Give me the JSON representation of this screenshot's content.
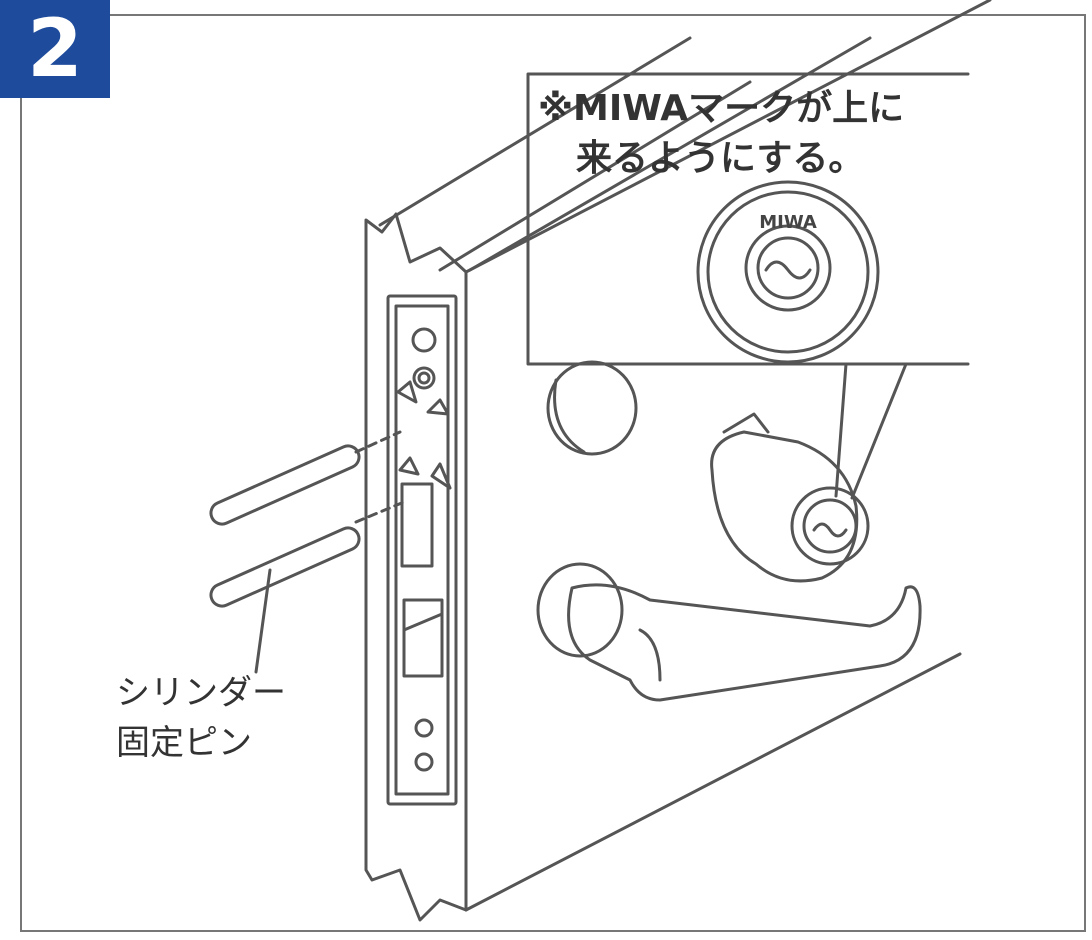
{
  "step": {
    "number": "2"
  },
  "note": {
    "line1": "※MIWAマークが上に",
    "line2": "来るようにする。"
  },
  "cylinder_logo": "MIWA",
  "pin_label": {
    "line1": "シリンダー",
    "line2": "固定ピン"
  },
  "colors": {
    "badge": "#1e4b9b",
    "line": "#555555",
    "text": "#333333"
  }
}
